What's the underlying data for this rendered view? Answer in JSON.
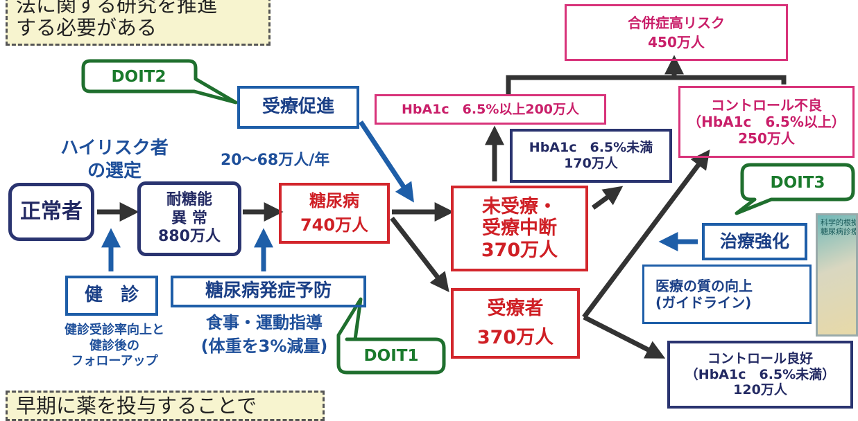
{
  "notes": {
    "top": "法に関する研究を推進\nする必要がある",
    "bottom": "早期に薬を投与することで"
  },
  "nodes": {
    "normal": "正常者",
    "igt": "耐糖能\n異 常\n880万人",
    "diabetes": "糖尿病\n740万人",
    "untreated": "未受療・\n受療中断\n370万人",
    "treated": "受療者\n370万人",
    "hba1c_high": "HbA1c　6.5%以上200万人",
    "hba1c_low": "HbA1c　6.5%未満\n170万人",
    "complication": "合併症高リスク\n450万人",
    "poor_control": "コントロール不良\n（HbA1c　6.5%以上）\n250万人",
    "good_control": "コントロール良好\n（HbA1c　6.5%未満）\n120万人",
    "promote": "受療促進",
    "checkup": "健　診",
    "prevention": "糖尿病発症予防",
    "intensify": "治療強化",
    "quality": "医療の質の向上\n(ガイドライン)"
  },
  "labels": {
    "highrisk": "ハイリスク者\nの選定",
    "rate": "20～68万人/年",
    "checkup_sub": "健診受診率向上と\n健診後の\nフォローアップ",
    "diet": "食事・運動指導\n(体重を3%減量)"
  },
  "callouts": {
    "doit1": "DOIT1",
    "doit2": "DOIT2",
    "doit3": "DOIT3"
  },
  "book": {
    "title": "科学的根拠に基づく\n糖尿病診療ガイドライン"
  },
  "colors": {
    "navy": "#2a3470",
    "blue": "#1e5ea8",
    "red": "#d3262c",
    "pink": "#d8337a",
    "green": "#1f6f2e",
    "arrow": "#333333"
  }
}
